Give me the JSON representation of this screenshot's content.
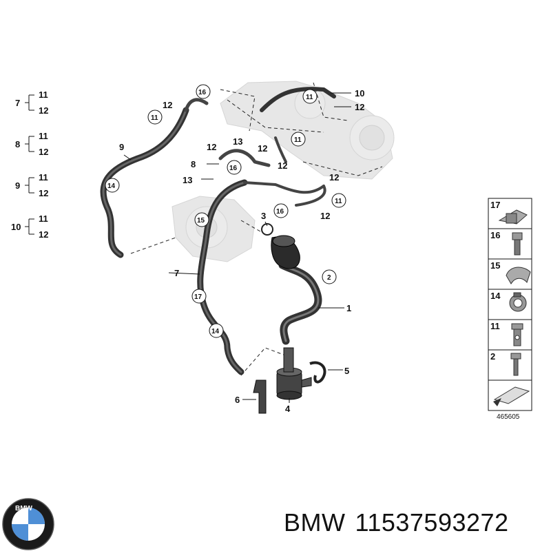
{
  "brand_logo_text": "BMW",
  "caption": {
    "brand": "BMW",
    "part_number": "11537593272"
  },
  "diagram": {
    "figure_number": "465605",
    "legend_groups": [
      {
        "parent": "7",
        "children": [
          "11",
          "12"
        ]
      },
      {
        "parent": "8",
        "children": [
          "11",
          "12"
        ]
      },
      {
        "parent": "9",
        "children": [
          "11",
          "12"
        ]
      },
      {
        "parent": "10",
        "children": [
          "11",
          "12"
        ]
      }
    ],
    "callouts": {
      "c1": "1",
      "c2": "2",
      "c3": "3",
      "c4": "4",
      "c5": "5",
      "c6": "6",
      "c7": "7",
      "c8": "8",
      "c9": "9",
      "c10": "10",
      "c11a": "11",
      "c11b": "11",
      "c11c": "11",
      "c11d": "11",
      "c12a": "12",
      "c12b": "12",
      "c12c": "12",
      "c12d": "12",
      "c12e": "12",
      "c12f": "12",
      "c12g": "12",
      "c12h": "12",
      "c13a": "13",
      "c13b": "13",
      "c14a": "14",
      "c14b": "14",
      "c15": "15",
      "c16a": "16",
      "c16b": "16",
      "c16c": "16",
      "c17": "17"
    },
    "parts_panel": [
      {
        "number": "17",
        "icon": "clip-17-icon"
      },
      {
        "number": "16",
        "icon": "bolt-16-icon"
      },
      {
        "number": "15",
        "icon": "bracket-15-icon"
      },
      {
        "number": "14",
        "icon": "clamp-14-icon"
      },
      {
        "number": "11",
        "icon": "banjo-bolt-icon"
      },
      {
        "number": "2",
        "icon": "screw-icon"
      },
      {
        "number": "",
        "icon": "arrow-icon"
      }
    ]
  }
}
